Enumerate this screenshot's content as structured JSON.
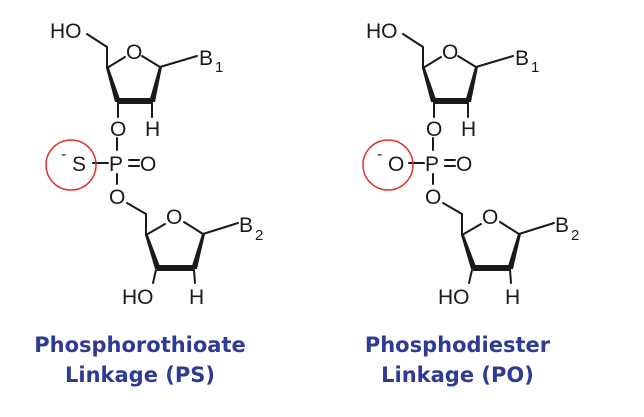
{
  "colors": {
    "caption": "#2e3a94",
    "bond": "#1a1a1a",
    "highlight_circle": "#e0302e",
    "background": "#ffffff"
  },
  "left_structure": {
    "name": "phosphorothioate",
    "top_sugar": {
      "hydroxyl": "HO",
      "ring_oxygen": "O",
      "base": "B",
      "base_subscript": "1",
      "hydrogen": "H"
    },
    "linkage": {
      "bridge_oxygen_top": "O",
      "phosphorus": "P",
      "double_bond_oxygen": "O",
      "charged_atom": "S",
      "charge": "-",
      "bridge_oxygen_bottom": "O"
    },
    "bottom_sugar": {
      "ring_oxygen": "O",
      "base": "B",
      "base_subscript": "2",
      "hydroxyl": "HO",
      "hydrogen": "H"
    },
    "caption": {
      "line1": "Phosphorothioate",
      "line2": "Linkage (PS)"
    }
  },
  "right_structure": {
    "name": "phosphodiester",
    "top_sugar": {
      "hydroxyl": "HO",
      "ring_oxygen": "O",
      "base": "B",
      "base_subscript": "1",
      "hydrogen": "H"
    },
    "linkage": {
      "bridge_oxygen_top": "O",
      "phosphorus": "P",
      "double_bond_oxygen": "O",
      "charged_atom": "O",
      "charge": "-",
      "bridge_oxygen_bottom": "O"
    },
    "bottom_sugar": {
      "ring_oxygen": "O",
      "base": "B",
      "base_subscript": "2",
      "hydroxyl": "HO",
      "hydrogen": "H"
    },
    "caption": {
      "line1": "Phosphodiester",
      "line2": "Linkage (PO)"
    }
  }
}
